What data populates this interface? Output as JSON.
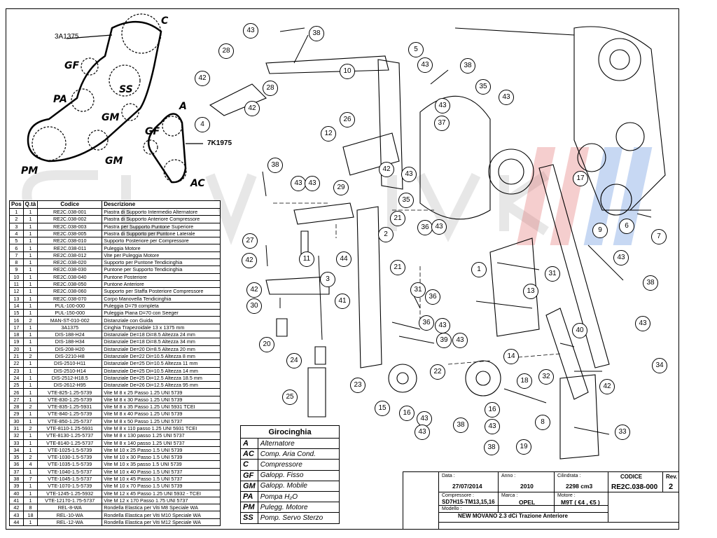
{
  "belt_diagram": {
    "belt_1_code": "3A1375",
    "belt_2_code": "7K1975",
    "pulley_labels": [
      "C",
      "GF",
      "SS",
      "PA",
      "GM",
      "PM",
      "GM",
      "A",
      "GF",
      "AC"
    ]
  },
  "parts_table": {
    "headers": [
      "Pos",
      "Q.tà",
      "Codice",
      "Descrizione"
    ],
    "rows": [
      [
        "1",
        "1",
        "RE2C.038-001",
        "Piastra di Supporto Intermedio Alternatore"
      ],
      [
        "2",
        "1",
        "RE2C.038-002",
        "Piastra di Supporto Anteriore Compressore"
      ],
      [
        "3",
        "1",
        "RE2C.038-003",
        "Piastra per Supporto Puntone Superiore"
      ],
      [
        "4",
        "1",
        "RE2C.038-005",
        "Piastra di Supporto per Puntone Laterale"
      ],
      [
        "5",
        "1",
        "RE2C.038-010",
        "Supporto Posteriore per Compressore"
      ],
      [
        "6",
        "1",
        "RE2C.038-011",
        "Puleggia Motore"
      ],
      [
        "7",
        "1",
        "RE2C.038-012",
        "Vite per Puleggia Motore"
      ],
      [
        "8",
        "1",
        "RE2C.038-020",
        "Supporto per Puntone Tendicinghia"
      ],
      [
        "9",
        "1",
        "RE2C.038-030",
        "Puntone per Supporto Tendicinghia"
      ],
      [
        "10",
        "1",
        "RE2C.038-040",
        "Puntone Posteriore"
      ],
      [
        "11",
        "1",
        "RE2C.038-050",
        "Puntone Anteriore"
      ],
      [
        "12",
        "1",
        "RE2C.038-060",
        "Supporto per Staffa Posteriore Compressore"
      ],
      [
        "13",
        "1",
        "RE2C.038-070",
        "Corpo Manovella Tendicinghia"
      ],
      [
        "14",
        "1",
        "PUL-100-000",
        "Puleggia D=79 completa"
      ],
      [
        "15",
        "1",
        "PUL-150-000",
        "Puleggia Piana D=70 con Seeger"
      ],
      [
        "16",
        "2",
        "MAN-ST-010-002",
        "Distanziale con Guida"
      ],
      [
        "17",
        "1",
        "3A1375",
        "Cinghia Trapezoidale 13 x 1375 mm"
      ],
      [
        "18",
        "1",
        "DIS-188-H24",
        "Distanziale De=18 Di=8.5 Altezza 24 mm"
      ],
      [
        "19",
        "1",
        "DIS-188-H34",
        "Distanziale De=18 Di=8.5 Altezza 34 mm"
      ],
      [
        "20",
        "1",
        "DIS-208-H20",
        "Distanziale De=20 Di=8.5 Altezza 20 mm"
      ],
      [
        "21",
        "2",
        "DIS-2210-H8",
        "Distanziale De=22 Di=10.5 Altezza 8 mm"
      ],
      [
        "22",
        "1",
        "DIS-2510-H11",
        "Distanziale De=25 Di=10.5 Altezza 11 mm"
      ],
      [
        "23",
        "1",
        "DIS-2510-H14",
        "Distanziale De=25 Di=10.5 Altezza 14 mm"
      ],
      [
        "24",
        "1",
        "DIS-2512-H18.5",
        "Distanziale De=25 Di=12.5 Altezza 18.5 mm"
      ],
      [
        "25",
        "1",
        "DIS-2612-H95",
        "Distanziale De=26 Di=12.5 Altezza 95 mm"
      ],
      [
        "26",
        "1",
        "VTE-825-1.25-5739",
        "Vite M 8 x 25 Passo 1.25 UNI 5739"
      ],
      [
        "27",
        "1",
        "VTE-830-1.25-5739",
        "Vite M 8 x 30 Passo 1.25 UNI 5739"
      ],
      [
        "28",
        "2",
        "VTE-835-1.25-5931",
        "Vite M 8 x 35 Passo 1.25 UNI 5931 TCEI"
      ],
      [
        "29",
        "1",
        "VTE-840-1.25-5739",
        "Vite M 8 x 40 Passo 1.25 UNI 5739"
      ],
      [
        "30",
        "1",
        "VTE-850-1.25-5737",
        "Vite M 8 x 50 Passo 1.25 UNI 5737"
      ],
      [
        "31",
        "2",
        "VTE-8110-1.25-5931",
        "Vite M 8 x 110 passo 1.25 UNI 5931 TCEI"
      ],
      [
        "32",
        "1",
        "VTE-8130-1.25-5737",
        "Vite M 8 x 130 passo 1.25 UNI 5737"
      ],
      [
        "33",
        "1",
        "VTE-8140-1.25-5737",
        "Vite M 8 x 140 passo 1.25 UNI 5737"
      ],
      [
        "34",
        "1",
        "VTE-1025-1.5-5739",
        "Vite M 10 x 25 Passo 1.5 UNI 5739"
      ],
      [
        "35",
        "2",
        "VTE-1030-1.5-5739",
        "Vite M 10 x 30 Passo 1.5 UNI 5739"
      ],
      [
        "36",
        "4",
        "VTE-1035-1.5-5739",
        "Vite M 10 x 35 passo 1.5 UNI 5739"
      ],
      [
        "37",
        "1",
        "VTE-1040-1.5-5737",
        "Vite M 10 x 40 Passo 1.5 UNI 5737"
      ],
      [
        "38",
        "7",
        "VTE-1045-1.5-5737",
        "Vite M 10 x 45 Passo 1.5 UNI 5737"
      ],
      [
        "39",
        "1",
        "VTE-1070-1.5-5739",
        "Vite M 10 x 70 Passo 1.5 UNI 5739"
      ],
      [
        "40",
        "1",
        "VTE-1245-1.25-5932",
        "Vite M 12 x 45 Passo 1.25 UNI 5932 - TCEI"
      ],
      [
        "41",
        "1",
        "VTE-12170-1.75-5737",
        "Vite M 12 x 170 Passo 1.75 UNI 5737"
      ],
      [
        "42",
        "8",
        "REL-8-WA",
        "Rondella Elastica per Viti M8 Speciale WA"
      ],
      [
        "43",
        "18",
        "REL-10-WA",
        "Rondella Elastica per Viti M10 Speciale WA"
      ],
      [
        "44",
        "1",
        "REL-12-WA",
        "Rondella Elastica per Viti M12 Speciale WA"
      ]
    ]
  },
  "legend": {
    "title": "Girocinghia",
    "items": [
      {
        "key": "A",
        "label": "Alternatore"
      },
      {
        "key": "AC",
        "label": "Comp. Aria Cond."
      },
      {
        "key": "C",
        "label": "Compressore"
      },
      {
        "key": "GF",
        "label": "Galopp. Fisso"
      },
      {
        "key": "GM",
        "label": "Galopp. Mobile"
      },
      {
        "key": "PA",
        "label": "Pompa H₂O"
      },
      {
        "key": "PM",
        "label": "Pulegg. Motore"
      },
      {
        "key": "SS",
        "label": "Pomp. Servo Sterzo"
      }
    ]
  },
  "title_block": {
    "data_label": "Data :",
    "data": "27/07/2014",
    "anno_label": "Anno :",
    "anno": "2010",
    "cilindrata_label": "Cilindrata :",
    "cilindrata": "2298 cm3",
    "codice_label": "CODICE",
    "codice": "RE2C.038-000",
    "rev_label": "Rev.",
    "rev": "2",
    "compressore_label": "Compressore :",
    "compressore": "SD7H15-TM13,15,16",
    "marca_label": "Marca :",
    "marca": "OPEL",
    "motore_label": "Motore :",
    "motore": "M9T ( €4 , €5 )",
    "modello_label": "Modello :",
    "modello": "NEW MOVANO 2.3 dCi Trazione Anteriore"
  },
  "callouts": [
    "43",
    "38",
    "28",
    "10",
    "42",
    "28",
    "42",
    "4",
    "5",
    "43",
    "38",
    "35",
    "43",
    "43",
    "37",
    "26",
    "12",
    "29",
    "42",
    "43",
    "35",
    "36",
    "43",
    "38",
    "43",
    "43",
    "21",
    "2",
    "21",
    "27",
    "42",
    "11",
    "44",
    "3",
    "42",
    "30",
    "41",
    "20",
    "24",
    "25",
    "23",
    "15",
    "16",
    "43",
    "38",
    "1",
    "31",
    "31",
    "13",
    "36",
    "36",
    "43",
    "39",
    "43",
    "40",
    "22",
    "14",
    "18",
    "32",
    "16",
    "43",
    "43",
    "8",
    "38",
    "19",
    "33",
    "42",
    "17",
    "6",
    "7",
    "9",
    "43",
    "38",
    "43",
    "34"
  ],
  "colors": {
    "line": "#000000",
    "watermark_gray": "#c8c8c8",
    "watermark_red": "#e8a0a0",
    "watermark_blue": "#a0b8e8"
  }
}
